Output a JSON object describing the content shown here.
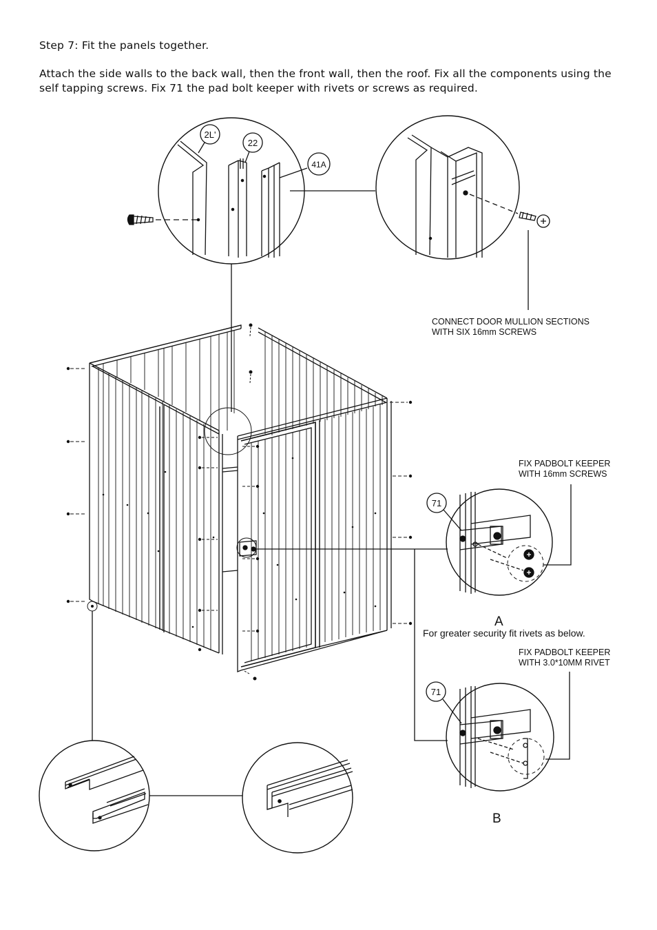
{
  "step_title": "Step 7: Fit the panels together.",
  "instructions": "Attach the side walls to the back wall, then the front wall, then the roof. Fix all the components using the self tapping screws. Fix 71 the pad bolt keeper with rivets or screws as required.",
  "part_labels": {
    "p2l": "2L'",
    "p22": "22",
    "p41a": "41A",
    "p71_a": "71",
    "p71_b": "71"
  },
  "callouts": {
    "mullion": [
      "CONNECT DOOR MULLION SECTIONS",
      "WITH SIX 16mm SCREWS"
    ],
    "padbolt_screws": [
      "FIX PADBOLT KEEPER",
      "WITH  16mm SCREWS"
    ],
    "security_note": "For greater security fit rivets as below.",
    "padbolt_rivet": [
      "FIX PADBOLT KEEPER",
      "WITH  3.0*10MM RIVET"
    ]
  },
  "detail_letters": {
    "a": "A",
    "b": "B"
  }
}
